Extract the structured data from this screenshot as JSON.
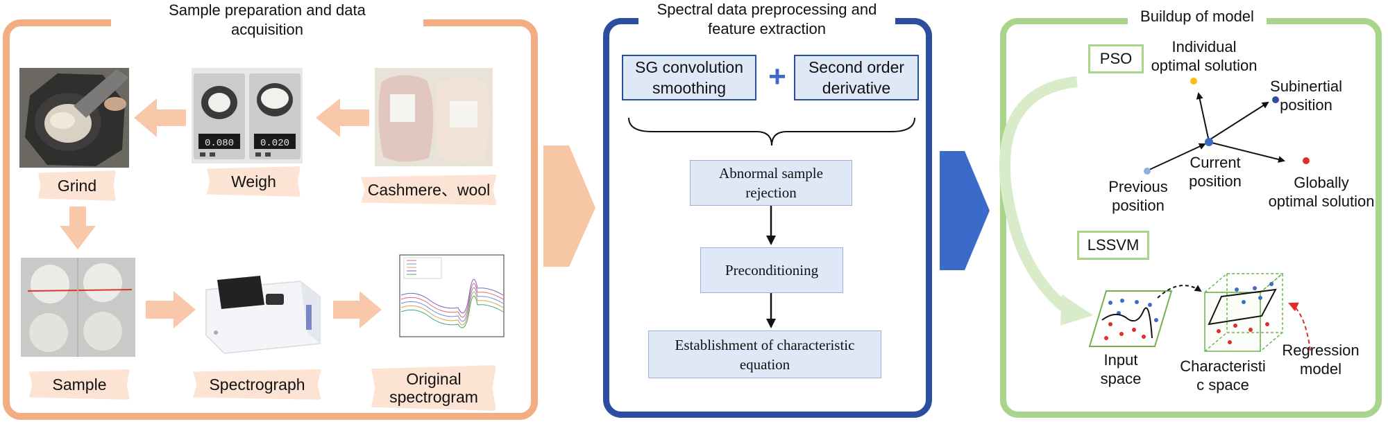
{
  "colors": {
    "orange": "#f3ad83",
    "navy": "#2b4f9e",
    "green": "#a8d58b",
    "blue_arrow": "#3c6ac8"
  },
  "panel1": {
    "title_line1": "Sample preparation and data",
    "title_line2": "acquisition",
    "labels": {
      "grind": "Grind",
      "weigh": "Weigh",
      "cashmere_wool": "Cashmere、wool",
      "sample": "Sample",
      "spectrograph": "Spectrograph",
      "original_line1": "Original",
      "original_line2": "spectrogram"
    },
    "balance_readings": [
      "0.080",
      "0.020"
    ]
  },
  "panel2": {
    "title_line1": "Spectral data preprocessing and",
    "title_line2": "feature extraction",
    "sg_line1": "SG convolution",
    "sg_line2": "smoothing",
    "plus": "+",
    "so_line1": "Second order",
    "so_line2": "derivative",
    "step1_line1": "Abnormal sample",
    "step1_line2": "rejection",
    "step2": "Preconditioning",
    "step3_line1": "Establishment of characteristic",
    "step3_line2": "equation"
  },
  "panel3": {
    "title": "Buildup of model",
    "pso": "PSO",
    "lssvm": "LSSVM",
    "individual_line1": "Individual",
    "individual_line2": "optimal solution",
    "subinertial_line1": "Subinertial",
    "subinertial_line2": "position",
    "current_line1": "Current",
    "current_line2": "position",
    "previous_line1": "Previous",
    "previous_line2": "position",
    "globally_line1": "Globally",
    "globally_line2": "optimal solution",
    "input_line1": "Input",
    "input_line2": "space",
    "char_line1": "Characteristi",
    "char_line2": "c space",
    "regression_line1": "Regression",
    "regression_line2": "model"
  }
}
